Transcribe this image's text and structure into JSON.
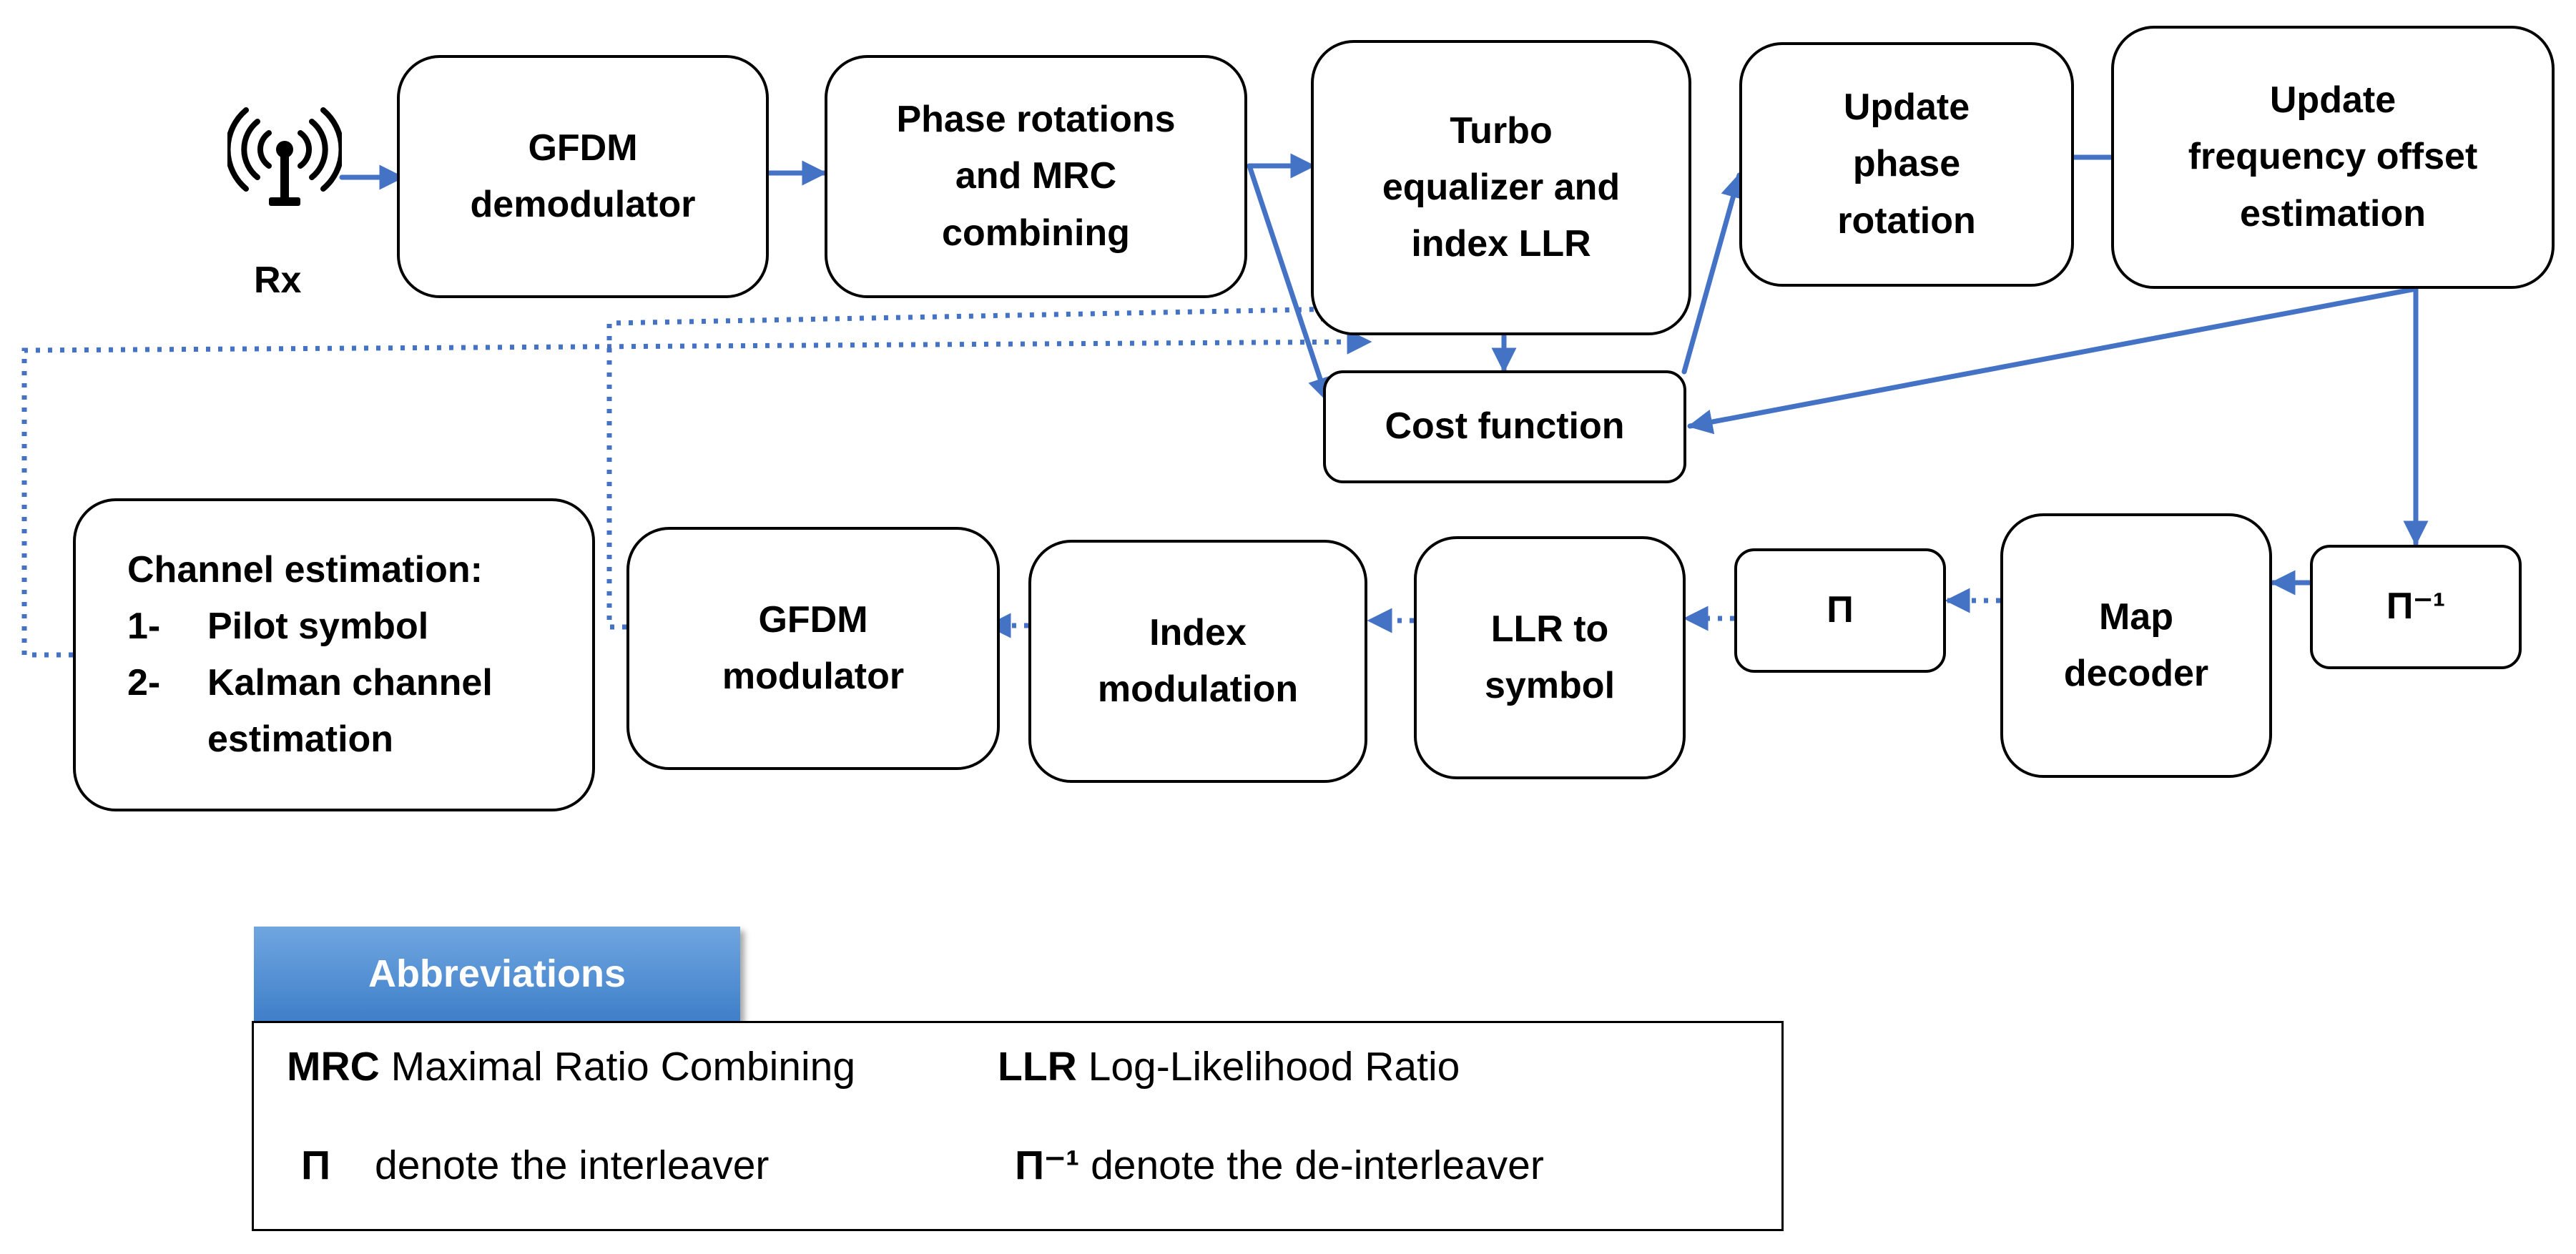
{
  "receiver": {
    "label": "Rx",
    "icon": "antenna-icon"
  },
  "blocks": {
    "gfdm_demod": [
      "GFDM",
      "demodulator"
    ],
    "phase_mrc": [
      "Phase rotations",
      "and MRC",
      "combining"
    ],
    "turbo": [
      "Turbo",
      "equalizer and",
      "index LLR"
    ],
    "update_phase": [
      "Update",
      "phase",
      "rotation"
    ],
    "update_freq": [
      "Update",
      "frequency offset",
      "estimation"
    ],
    "cost": [
      "Cost function"
    ],
    "deinterleaver": "Π⁻¹",
    "map_decoder": [
      "Map",
      "decoder"
    ],
    "interleaver": "Π",
    "llr_symbol": [
      "LLR to",
      "symbol"
    ],
    "index_mod": [
      "Index",
      "modulation"
    ],
    "gfdm_mod": [
      "GFDM",
      "modulator"
    ],
    "channel": {
      "title": "Channel estimation:",
      "items": [
        {
          "num": "1-",
          "lines": [
            "Pilot symbol"
          ]
        },
        {
          "num": "2-",
          "lines": [
            "Kalman channel",
            "estimation"
          ]
        }
      ]
    }
  },
  "abbreviations": {
    "title": "Abbreviations",
    "entries": [
      {
        "term": "MRC",
        "meaning": "Maximal Ratio Combining"
      },
      {
        "term": "LLR",
        "meaning": "Log-Likelihood Ratio"
      },
      {
        "term": "Π",
        "meaning": "denote the interleaver"
      },
      {
        "term": "Π⁻¹",
        "meaning": "denote the de-interleaver"
      }
    ]
  },
  "colors": {
    "arrow": "#4472c4",
    "border": "#000000",
    "tab": "#4a8bd6"
  }
}
